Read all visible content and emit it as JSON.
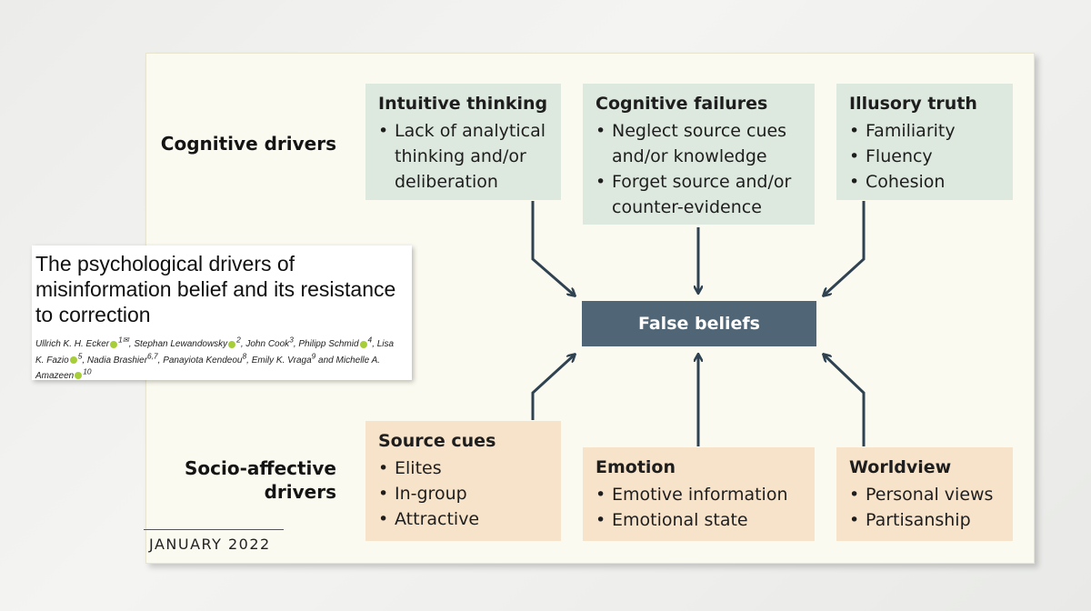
{
  "diagram": {
    "row_labels": {
      "cognitive": "Cognitive drivers",
      "socio_line1": "Socio-affective",
      "socio_line2": "drivers"
    },
    "cognitive_boxes": [
      {
        "title": "Intuitive thinking",
        "items": [
          "Lack of analytical thinking and/or deliberation"
        ]
      },
      {
        "title": "Cognitive failures",
        "items": [
          "Neglect source cues and/or knowledge",
          "Forget source and/or counter-evidence"
        ]
      },
      {
        "title": "Illusory truth",
        "items": [
          "Familiarity",
          "Fluency",
          "Cohesion"
        ]
      }
    ],
    "socio_boxes": [
      {
        "title": "Source cues",
        "items": [
          "Elites",
          "In-group",
          "Attractive"
        ]
      },
      {
        "title": "Emotion",
        "items": [
          "Emotive information",
          "Emotional state"
        ]
      },
      {
        "title": "Worldview",
        "items": [
          "Personal views",
          "Partisanship"
        ]
      }
    ],
    "central": "False beliefs",
    "date": "JANUARY 2022"
  },
  "paper": {
    "title": "The psychological drivers of misinformation belief and its resistance to correction",
    "authors": [
      {
        "name": "Ullrich K. H. Ecker",
        "sup": "1✉"
      },
      {
        "name": "Stephan Lewandowsky",
        "sup": "2"
      },
      {
        "name": "John Cook",
        "sup": "3"
      },
      {
        "name": "Philipp Schmid",
        "sup": "4"
      },
      {
        "name": "Lisa K. Fazio",
        "sup": "5"
      },
      {
        "name": "Nadia Brashier",
        "sup": "6,7"
      },
      {
        "name": "Panayiota Kendeou",
        "sup": "8"
      },
      {
        "name": "Emily K. Vraga",
        "sup": "9"
      },
      {
        "name": "Michelle A. Amazeen",
        "sup": "10"
      }
    ]
  },
  "colors": {
    "cognitive_box": "#dde8df",
    "socio_box": "#f7e2ca",
    "central_box": "#506676",
    "arrow": "#2f4252",
    "panel": "#fbfaf0"
  }
}
